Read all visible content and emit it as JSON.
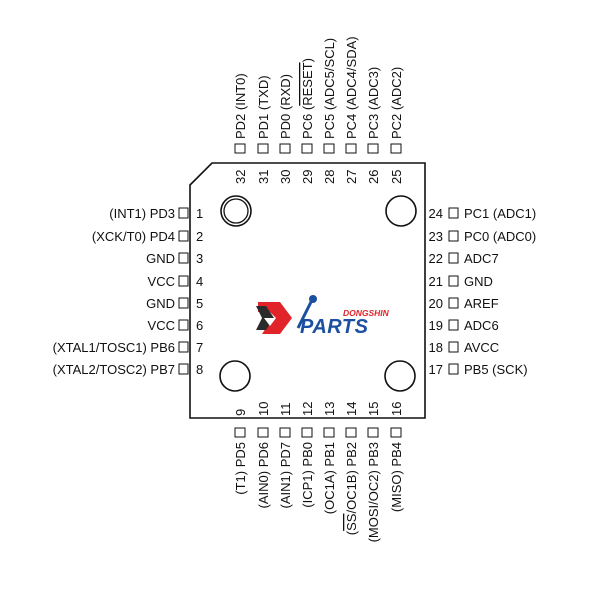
{
  "package": {
    "left_pins": [
      {
        "num": "1",
        "label": "(INT1) PD3"
      },
      {
        "num": "2",
        "label": "(XCK/T0) PD4"
      },
      {
        "num": "3",
        "label": "GND"
      },
      {
        "num": "4",
        "label": "VCC"
      },
      {
        "num": "5",
        "label": "GND"
      },
      {
        "num": "6",
        "label": "VCC"
      },
      {
        "num": "7",
        "label": "(XTAL1/TOSC1) PB6"
      },
      {
        "num": "8",
        "label": "(XTAL2/TOSC2) PB7"
      }
    ],
    "right_pins": [
      {
        "num": "24",
        "label": "PC1 (ADC1)"
      },
      {
        "num": "23",
        "label": "PC0 (ADC0)"
      },
      {
        "num": "22",
        "label": "ADC7"
      },
      {
        "num": "21",
        "label": "GND"
      },
      {
        "num": "20",
        "label": "AREF"
      },
      {
        "num": "19",
        "label": "ADC6"
      },
      {
        "num": "18",
        "label": "AVCC"
      },
      {
        "num": "17",
        "label": "PB5 (SCK)"
      }
    ],
    "top_pins": [
      {
        "num": "32",
        "label": "PD2 (INT0)"
      },
      {
        "num": "31",
        "label": "PD1 (TXD)"
      },
      {
        "num": "30",
        "label": "PD0 (RXD)"
      },
      {
        "num": "29",
        "label": "PC6 (RESET)",
        "pre": "PC6 (",
        "overline": "RESET",
        "post": ")"
      },
      {
        "num": "28",
        "label": "PC5 (ADC5/SCL)"
      },
      {
        "num": "27",
        "label": "PC4 (ADC4/SDA)"
      },
      {
        "num": "26",
        "label": "PC3 (ADC3)"
      },
      {
        "num": "25",
        "label": "PC2 (ADC2)"
      }
    ],
    "bottom_pins": [
      {
        "num": "9",
        "label": "(T1) PD5"
      },
      {
        "num": "10",
        "label": "(AIN0) PD6"
      },
      {
        "num": "11",
        "label": "(AIN1) PD7"
      },
      {
        "num": "12",
        "label": "(ICP1) PB0"
      },
      {
        "num": "13",
        "label": "(OC1A) PB1"
      },
      {
        "num": "14",
        "label": "(SS/OC1B) PB2",
        "pre": "(",
        "overline": "SS",
        "post": "/OC1B) PB2"
      },
      {
        "num": "15",
        "label": "(MOSI/OC2) PB3"
      },
      {
        "num": "16",
        "label": "(MISO) PB4"
      }
    ]
  },
  "logo": {
    "brand_top": "DONGSHIN",
    "brand_main": "PARTS",
    "mark": "DS",
    "colors": {
      "red": "#e0242a",
      "blue": "#1c4fa0",
      "dark": "#2b2b2b"
    }
  }
}
